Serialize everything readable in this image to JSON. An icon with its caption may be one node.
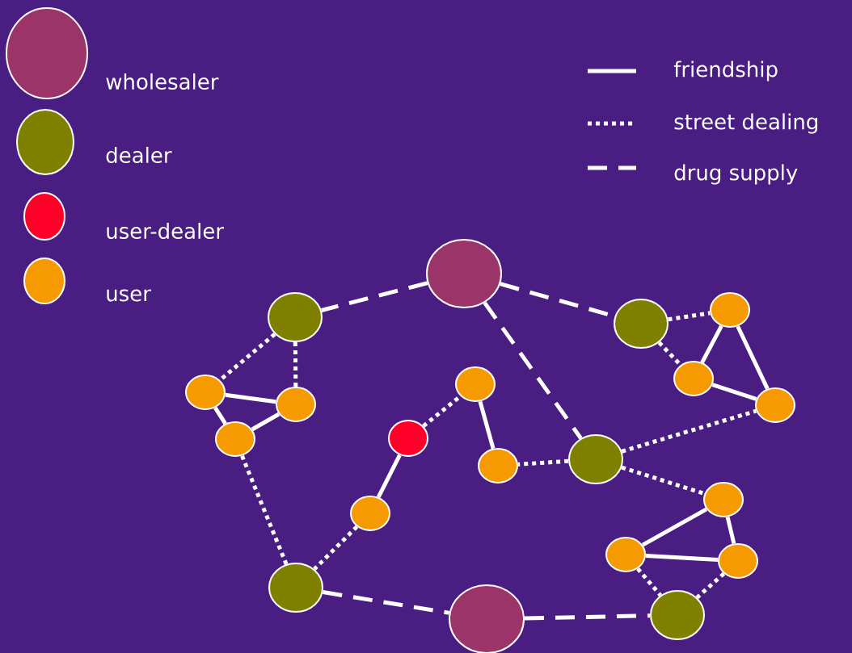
{
  "diagram": {
    "nodes": [
      {
        "text": [],
        "shape": "circle"
      },
      {
        "text": [],
        "shape": "circle"
      },
      {
        "text": [],
        "shape": "circle"
      },
      {
        "text": [],
        "shape": "circle"
      },
      {
        "text": [],
        "shape": "circle"
      },
      {
        "text": [],
        "shape": "circle"
      },
      {
        "text": [],
        "shape": "circle"
      },
      {
        "text": [],
        "shape": "circle"
      },
      {
        "text": [],
        "shape": "circle"
      },
      {
        "text": [],
        "shape": "circle"
      },
      {
        "text": [],
        "shape": "circle"
      },
      {
        "text": [],
        "shape": "circle"
      },
      {
        "text": [],
        "shape": "circle"
      },
      {
        "text": [],
        "shape": "circle"
      },
      {
        "text": [],
        "shape": "circle"
      },
      {
        "text": [],
        "shape": "circle"
      },
      {
        "text": [],
        "shape": "circle"
      },
      {
        "text": [],
        "shape": "circle"
      },
      {
        "text": [],
        "shape": "circle"
      },
      {
        "text": [],
        "shape": "circle"
      }
    ],
    "edges": [
      {
        "from": 0,
        "to": 1,
        "arrow": "none",
        "style": "dashed"
      },
      {
        "from": 0,
        "to": 2,
        "arrow": "none",
        "style": "dashed"
      },
      {
        "from": 0,
        "to": 12,
        "arrow": "none",
        "style": "dashed"
      },
      {
        "from": 17,
        "to": 19,
        "arrow": "none",
        "style": "dashed"
      },
      {
        "from": 19,
        "to": 18,
        "arrow": "none",
        "style": "dashed"
      },
      {
        "from": 1,
        "to": 6,
        "arrow": "none",
        "style": "dashed"
      },
      {
        "from": 1,
        "to": 7,
        "arrow": "none",
        "style": "dashed"
      },
      {
        "from": 2,
        "to": 3,
        "arrow": "none",
        "style": "dashed"
      },
      {
        "from": 2,
        "to": 4,
        "arrow": "none",
        "style": "dashed"
      },
      {
        "from": 12,
        "to": 11,
        "arrow": "none",
        "style": "dashed"
      },
      {
        "from": 12,
        "to": 5,
        "arrow": "none",
        "style": "dashed"
      },
      {
        "from": 12,
        "to": 14,
        "arrow": "none",
        "style": "dashed"
      },
      {
        "from": 10,
        "to": 9,
        "arrow": "none",
        "style": "dashed"
      },
      {
        "from": 13,
        "to": 17,
        "arrow": "none",
        "style": "dashed"
      },
      {
        "from": 8,
        "to": 17,
        "arrow": "none",
        "style": "dashed"
      },
      {
        "from": 15,
        "to": 18,
        "arrow": "none",
        "style": "dashed"
      },
      {
        "from": 16,
        "to": 18,
        "arrow": "none",
        "style": "dashed"
      },
      {
        "from": 6,
        "to": 7,
        "arrow": "none"
      },
      {
        "from": 6,
        "to": 8,
        "arrow": "none"
      },
      {
        "from": 8,
        "to": 7,
        "arrow": "none"
      },
      {
        "from": 3,
        "to": 4,
        "arrow": "none"
      },
      {
        "from": 3,
        "to": 5,
        "arrow": "none"
      },
      {
        "from": 4,
        "to": 5,
        "arrow": "none"
      },
      {
        "from": 9,
        "to": 11,
        "arrow": "none"
      },
      {
        "from": 10,
        "to": 13,
        "arrow": "none"
      },
      {
        "from": 14,
        "to": 15,
        "arrow": "none"
      },
      {
        "from": 14,
        "to": 16,
        "arrow": "none"
      },
      {
        "from": 15,
        "to": 16,
        "arrow": "none"
      }
    ],
    "legend": [
      {
        "text": "wholesaler",
        "color": "#9b3468"
      },
      {
        "text": "dealer",
        "color": "#808000"
      },
      {
        "text": "user-dealer",
        "color": "#ff0028"
      },
      {
        "text": "user",
        "color": "#f59a00"
      },
      {
        "text": "friendship"
      },
      {
        "text": "street dealing"
      },
      {
        "text": "drug supply"
      }
    ]
  }
}
